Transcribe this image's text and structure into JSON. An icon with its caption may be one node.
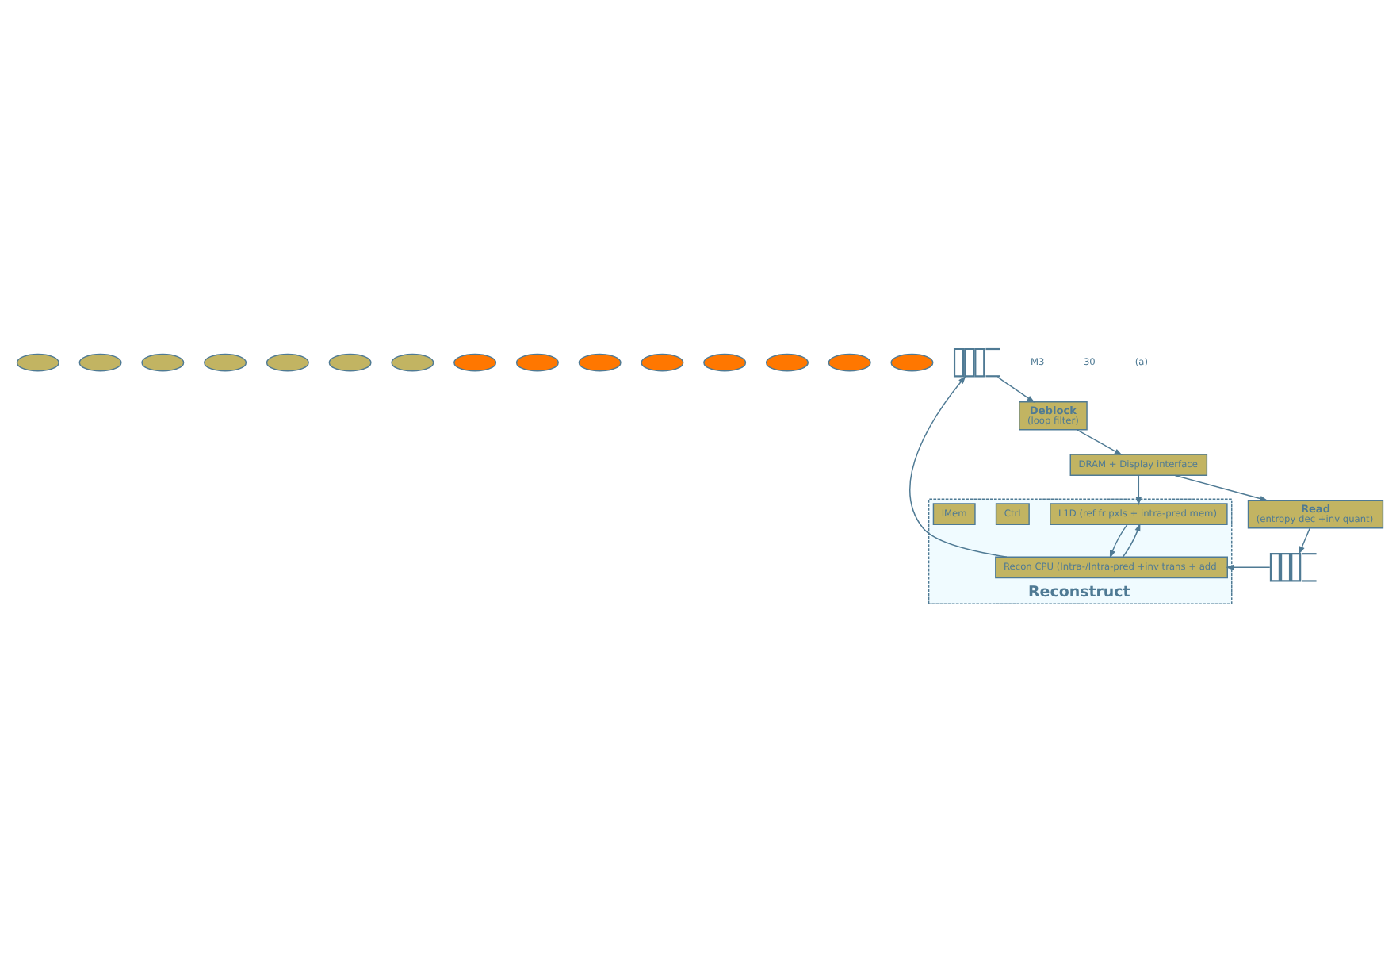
{
  "diagram": {
    "nodes": [
      {
        "text": [],
        "shape": "ellipse"
      },
      {
        "text": [],
        "shape": "ellipse"
      },
      {
        "text": [],
        "shape": "ellipse"
      },
      {
        "text": [],
        "shape": "ellipse"
      },
      {
        "text": [],
        "shape": "ellipse"
      },
      {
        "text": [],
        "shape": "ellipse"
      },
      {
        "text": [],
        "shape": "ellipse"
      },
      {
        "text": [],
        "shape": "ellipse"
      },
      {
        "text": [],
        "shape": "ellipse"
      },
      {
        "text": [],
        "shape": "ellipse"
      },
      {
        "text": [],
        "shape": "ellipse"
      },
      {
        "text": [],
        "shape": "ellipse"
      },
      {
        "text": [],
        "shape": "ellipse"
      },
      {
        "text": [],
        "shape": "ellipse"
      },
      {
        "text": [],
        "shape": "ellipse"
      },
      {
        "text": [
          "DRAM + Display interface"
        ]
      },
      {
        "text": [
          "Reconstruct"
        ]
      },
      {
        "text": [
          "L1D (ref fr pxls + intra-pred mem)"
        ],
        "in": 16
      },
      {
        "text": [
          "Ctrl"
        ],
        "in": 16
      },
      {
        "text": [
          "IMem"
        ],
        "in": 16
      },
      {
        "text": [
          "Recon CPU (Intra-/Intra-pred +inv trans + add"
        ],
        "in": 16
      },
      {
        "text": [
          "Deblock",
          "(loop filter)"
        ]
      },
      {
        "text": [],
        "shape": "queue"
      },
      {
        "text": [
          "Read",
          "(entropy dec +inv quant)"
        ]
      },
      {
        "text": [],
        "shape": "queue"
      }
    ],
    "edges": [
      {
        "from": 15,
        "to": 17,
        "arrow": "to"
      },
      {
        "from": 17,
        "to": 20,
        "arrow": "to"
      },
      {
        "from": 20,
        "to": 22,
        "arrow": "to"
      },
      {
        "from": 20,
        "to": 17,
        "arrow": "to"
      },
      {
        "from": 22,
        "to": 21,
        "arrow": "to"
      },
      {
        "from": 21,
        "to": 15,
        "arrow": "to"
      },
      {
        "from": 15,
        "to": 23,
        "arrow": "to"
      },
      {
        "from": 23,
        "to": 24,
        "arrow": "to"
      },
      {
        "from": 24,
        "to": 20,
        "arrow": "to"
      }
    ],
    "labels": [
      "M3",
      "30",
      "(a)"
    ]
  }
}
